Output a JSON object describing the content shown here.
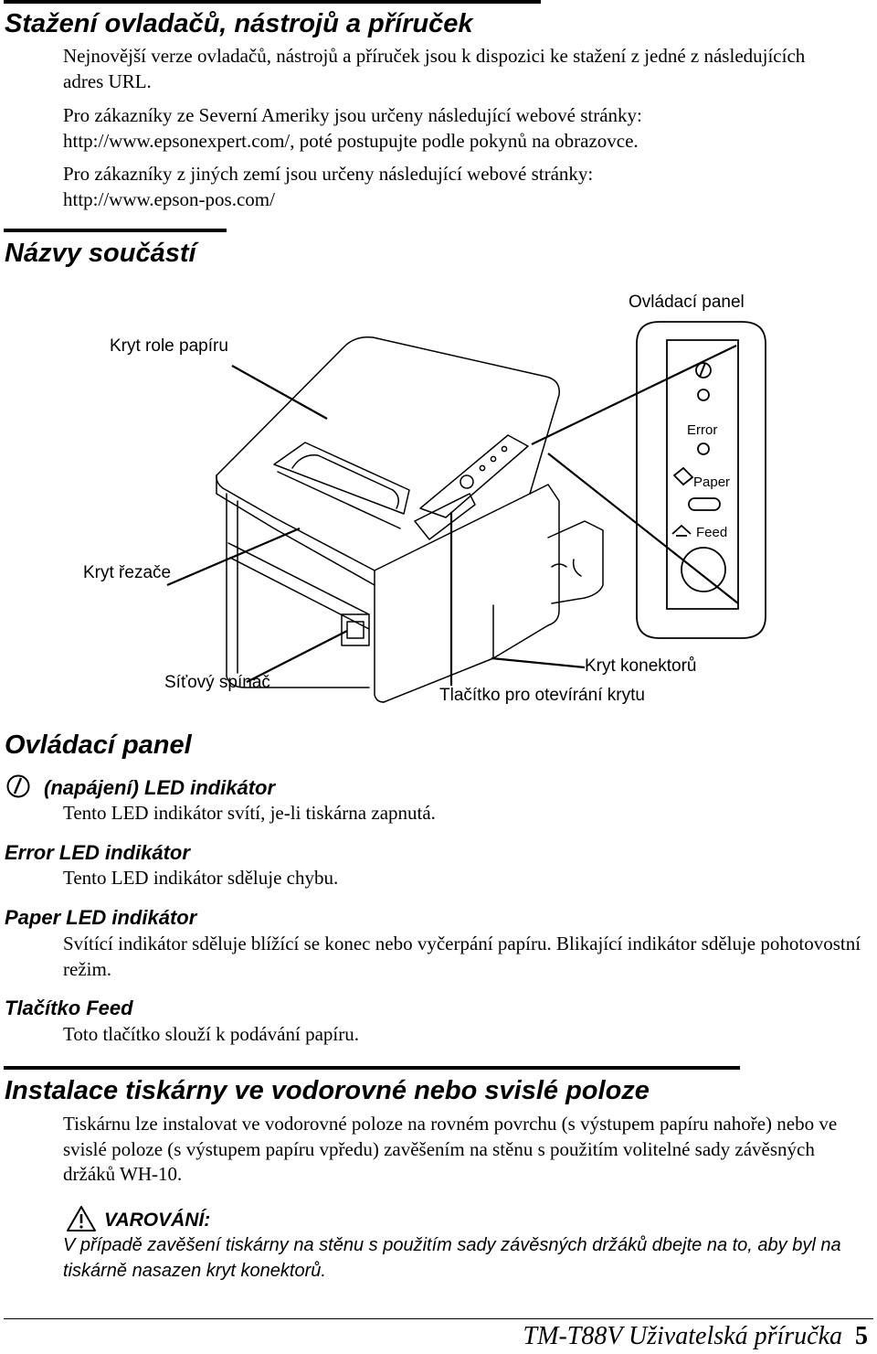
{
  "section_download": {
    "heading": "Stažení ovladačů, nástrojů a příruček",
    "paragraphs": [
      "Nejnovější verze ovladačů, nástrojů a příruček jsou k dispozici ke stažení z jedné z následujících adres URL.",
      "Pro zákazníky ze Severní Ameriky jsou určeny následující webové stránky: http://www.epsonexpert.com/, poté postupujte podle pokynů na obrazovce.",
      "Pro zákazníky z jiných zemí jsou určeny následující webové stránky: http://www.epson-pos.com/"
    ]
  },
  "section_parts": {
    "heading": "Názvy součástí",
    "figure_labels": {
      "control_panel": "Ovládací panel",
      "paper_roll_cover": "Kryt role papíru",
      "cutter_cover": "Kryt řezače",
      "power_switch": "Síťový spínač",
      "connector_cover": "Kryt konektorů",
      "cover_open_button": "Tlačítko pro otevírání krytu"
    },
    "panel_labels": {
      "error": "Error",
      "paper": "Paper",
      "feed": "Feed"
    }
  },
  "section_panel": {
    "heading": "Ovládací panel",
    "items": [
      {
        "title": "(napájení) LED indikátor",
        "text": "Tento LED indikátor svítí, je-li tiskárna zapnutá."
      },
      {
        "title": "Error LED indikátor",
        "text": "Tento LED indikátor sděluje chybu."
      },
      {
        "title": "Paper LED indikátor",
        "text": "Svítící indikátor sděluje blížící se konec nebo vyčerpání papíru. Blikající indikátor sděluje pohotovostní režim."
      },
      {
        "title": "Tlačítko Feed",
        "text": "Toto tlačítko slouží k podávání papíru."
      }
    ]
  },
  "section_install": {
    "heading": "Instalace tiskárny ve vodorovné nebo svislé poloze",
    "text": "Tiskárnu lze instalovat ve vodorovné poloze na rovném povrchu (s výstupem papíru nahoře) nebo ve svislé poloze (s výstupem papíru vpředu) zavěšením na stěnu s použitím volitelné sady závěsných držáků WH-10.",
    "warning_title": "VAROVÁNÍ:",
    "warning_text": "V případě zavěšení tiskárny na stěnu s použitím sady závěsných držáků dbejte na to, aby byl na tiskárně nasazen kryt konektorů."
  },
  "footer": {
    "title": "TM-T88V Uživatelská příručka",
    "page_number": "5"
  }
}
